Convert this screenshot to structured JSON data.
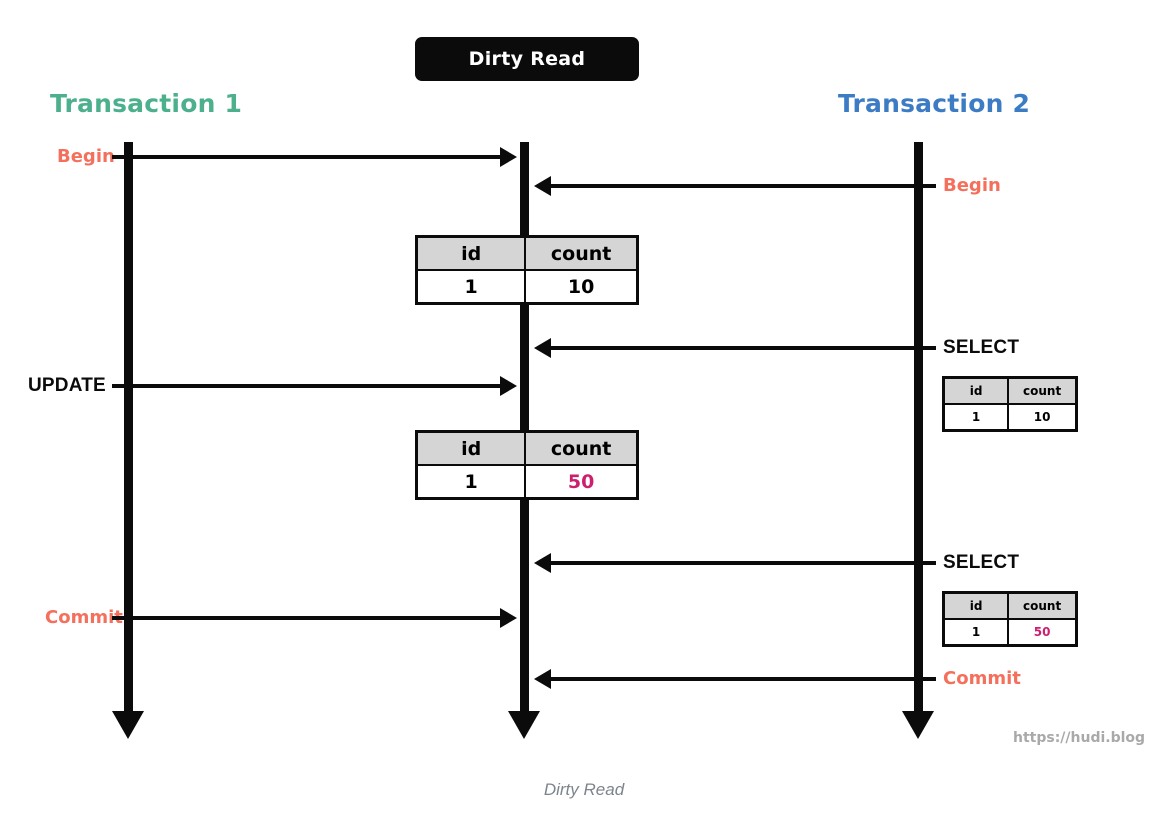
{
  "title": {
    "label": "Dirty Read"
  },
  "caption": {
    "text": "Dirty Read"
  },
  "watermark": {
    "text": "https://hudi.blog"
  },
  "colors": {
    "transaction1": "#4cb08c",
    "transaction2": "#3c7cc4",
    "keyword": "#f4705c",
    "dirty_value": "#cc1f6e",
    "line": "#0b0b0b",
    "table_header_bg": "#d5d5d5",
    "caption": "#7d848c",
    "watermark": "#a9a9a9"
  },
  "lanes": [
    {
      "id": "transaction-1",
      "label": "Transaction 1"
    },
    {
      "id": "database",
      "label": ""
    },
    {
      "id": "transaction-2",
      "label": "Transaction 2"
    }
  ],
  "messages": [
    {
      "id": "t1-begin",
      "label": "Begin",
      "from": "transaction-1",
      "to": "database",
      "direction": "right"
    },
    {
      "id": "t2-begin",
      "label": "Begin",
      "from": "transaction-2",
      "to": "database",
      "direction": "left"
    },
    {
      "id": "t2-select-1",
      "label": "SELECT",
      "from": "transaction-2",
      "to": "database",
      "direction": "left"
    },
    {
      "id": "t1-update",
      "label": "UPDATE",
      "from": "transaction-1",
      "to": "database",
      "direction": "right"
    },
    {
      "id": "t2-select-2",
      "label": "SELECT",
      "from": "transaction-2",
      "to": "database",
      "direction": "left"
    },
    {
      "id": "t1-commit",
      "label": "Commit",
      "from": "transaction-1",
      "to": "database",
      "direction": "right"
    },
    {
      "id": "t2-commit",
      "label": "Commit",
      "from": "transaction-2",
      "to": "database",
      "direction": "left"
    }
  ],
  "tables": {
    "db_initial": {
      "columns": [
        "id",
        "count"
      ],
      "rows": [
        [
          "1",
          "10"
        ]
      ]
    },
    "t2_read_1": {
      "columns": [
        "id",
        "count"
      ],
      "rows": [
        [
          "1",
          "10"
        ]
      ]
    },
    "db_updated": {
      "columns": [
        "id",
        "count"
      ],
      "rows": [
        [
          "1",
          "50"
        ]
      ]
    },
    "t2_read_2": {
      "columns": [
        "id",
        "count"
      ],
      "rows": [
        [
          "1",
          "50"
        ]
      ]
    }
  }
}
